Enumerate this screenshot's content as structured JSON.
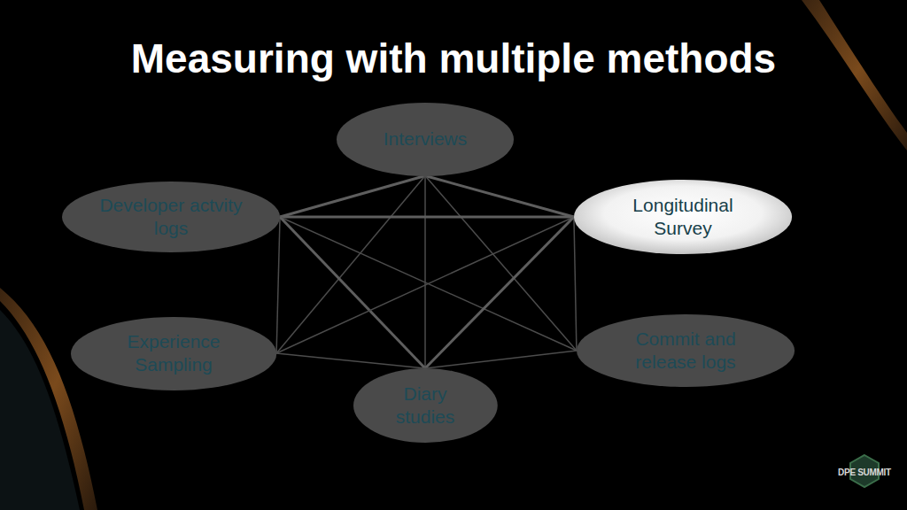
{
  "diagram": {
    "title": "Measuring with multiple methods",
    "nodes": [
      {
        "text": [
          "Interviews"
        ]
      },
      {
        "text": [
          "Developer actvity logs"
        ]
      },
      {
        "text": [
          "Longitudinal Survey"
        ]
      },
      {
        "text": [
          "Experience Sampling"
        ]
      },
      {
        "text": [
          "Commit and release logs"
        ]
      },
      {
        "text": [
          "Diary studies"
        ]
      }
    ],
    "edges": [
      {
        "from": 0,
        "to": 1,
        "arrow": "none"
      },
      {
        "from": 0,
        "to": 2,
        "arrow": "none"
      },
      {
        "from": 0,
        "to": 3,
        "arrow": "none"
      },
      {
        "from": 0,
        "to": 4,
        "arrow": "none"
      },
      {
        "from": 0,
        "to": 5,
        "arrow": "none"
      },
      {
        "from": 1,
        "to": 2,
        "arrow": "none"
      },
      {
        "from": 1,
        "to": 3,
        "arrow": "none"
      },
      {
        "from": 1,
        "to": 4,
        "arrow": "none"
      },
      {
        "from": 1,
        "to": 5,
        "arrow": "none"
      },
      {
        "from": 2,
        "to": 3,
        "arrow": "none"
      },
      {
        "from": 2,
        "to": 4,
        "arrow": "none"
      },
      {
        "from": 2,
        "to": 5,
        "arrow": "none"
      },
      {
        "from": 3,
        "to": 5,
        "arrow": "none"
      },
      {
        "from": 4,
        "to": 5,
        "arrow": "none"
      }
    ],
    "labels": [
      "DPE SUMMIT"
    ]
  }
}
